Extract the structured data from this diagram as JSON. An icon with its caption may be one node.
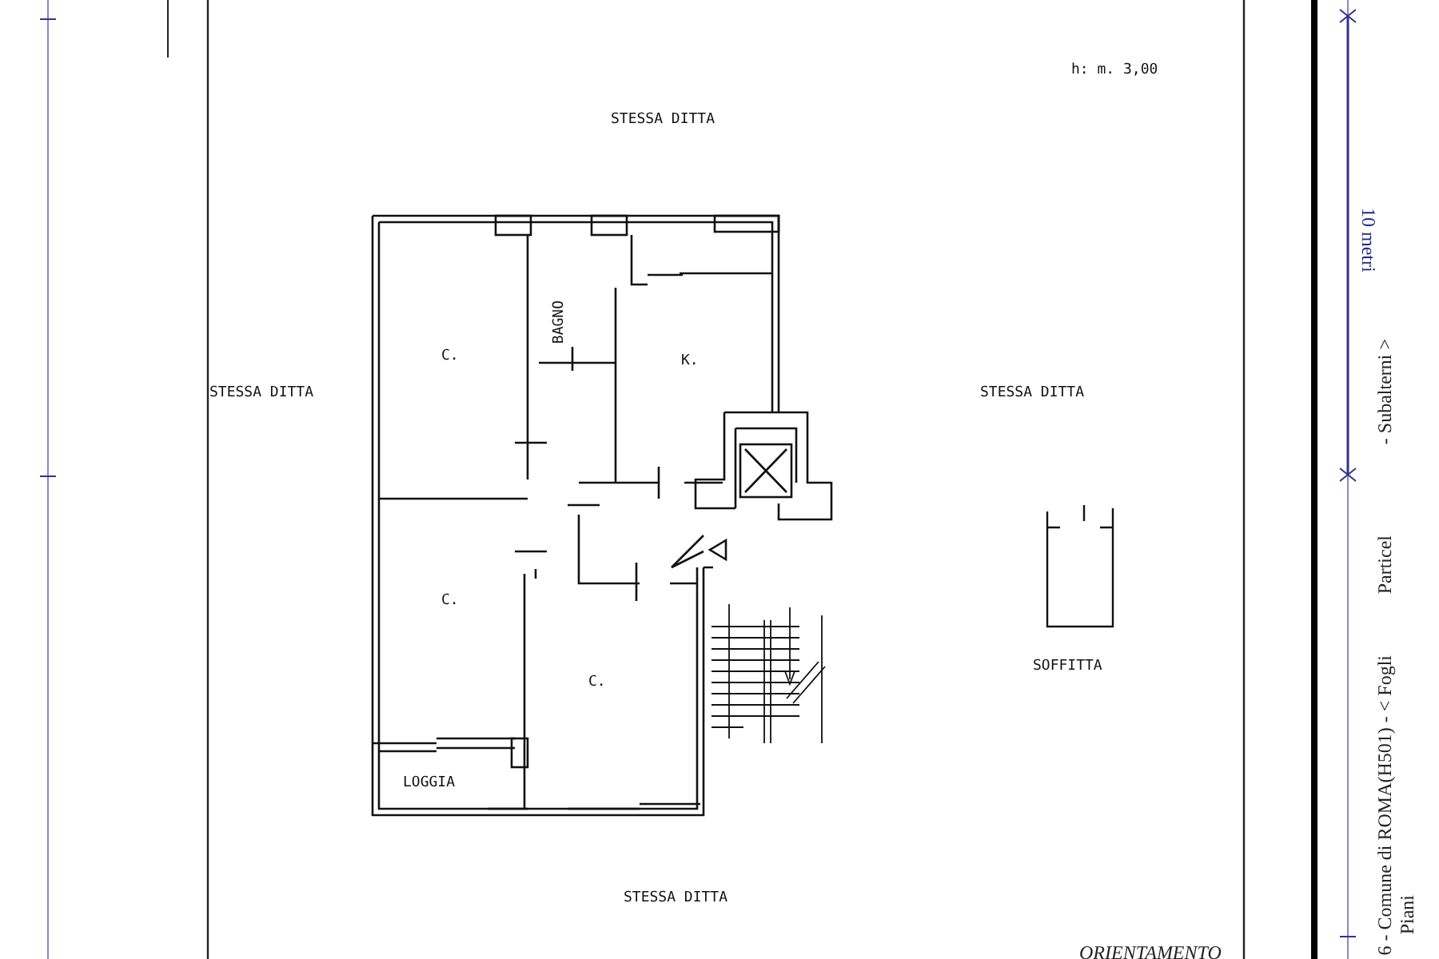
{
  "diagram": {
    "labels": [
      "h: m. 3,00",
      "STESSA DITTA",
      "BAGNO",
      "C.",
      "K.",
      "STESSA DITTA",
      "STESSA DITTA",
      "C.",
      "C.",
      "SOFFITTA",
      "LOGGIA",
      "STESSA DITTA",
      "ORIENTAMENTO",
      "10 metri",
      "- Subalterni >",
      "Particel",
      "6 - Comune di ROMA(H501) - < Fogli",
      "Piani"
    ]
  }
}
